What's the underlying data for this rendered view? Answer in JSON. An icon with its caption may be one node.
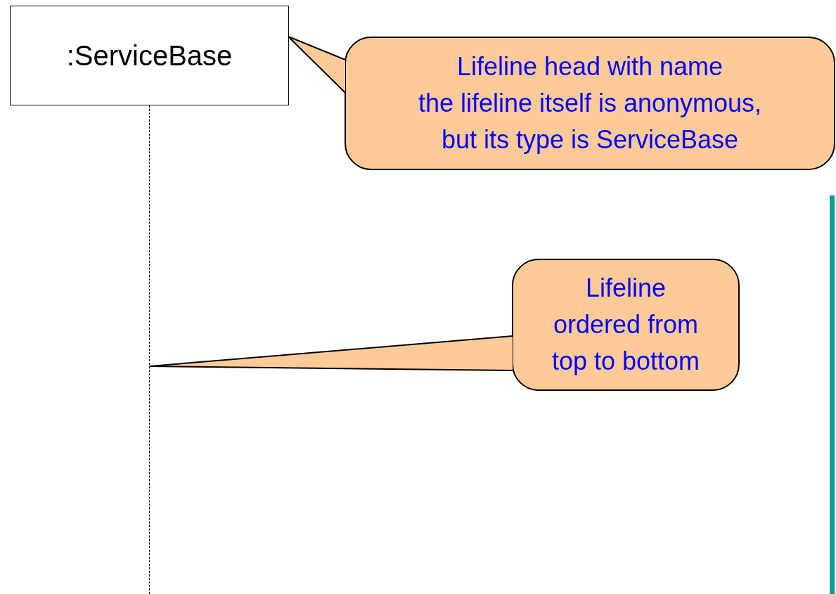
{
  "diagram": {
    "nodes": [
      {
        "text": [
          ":ServiceBase"
        ]
      },
      {
        "text": [
          "Lifeline head with name",
          "the lifeline itself is anonymous, but its type is ServiceBase"
        ]
      },
      {
        "text": [],
        "shape": "line"
      },
      {
        "text": [
          "Lifeline ordered from top to bottom"
        ]
      }
    ],
    "edges": [
      {
        "from": 1,
        "to": 0,
        "arrow": "none"
      },
      {
        "from": 3,
        "to": 2,
        "arrow": "none"
      }
    ]
  }
}
